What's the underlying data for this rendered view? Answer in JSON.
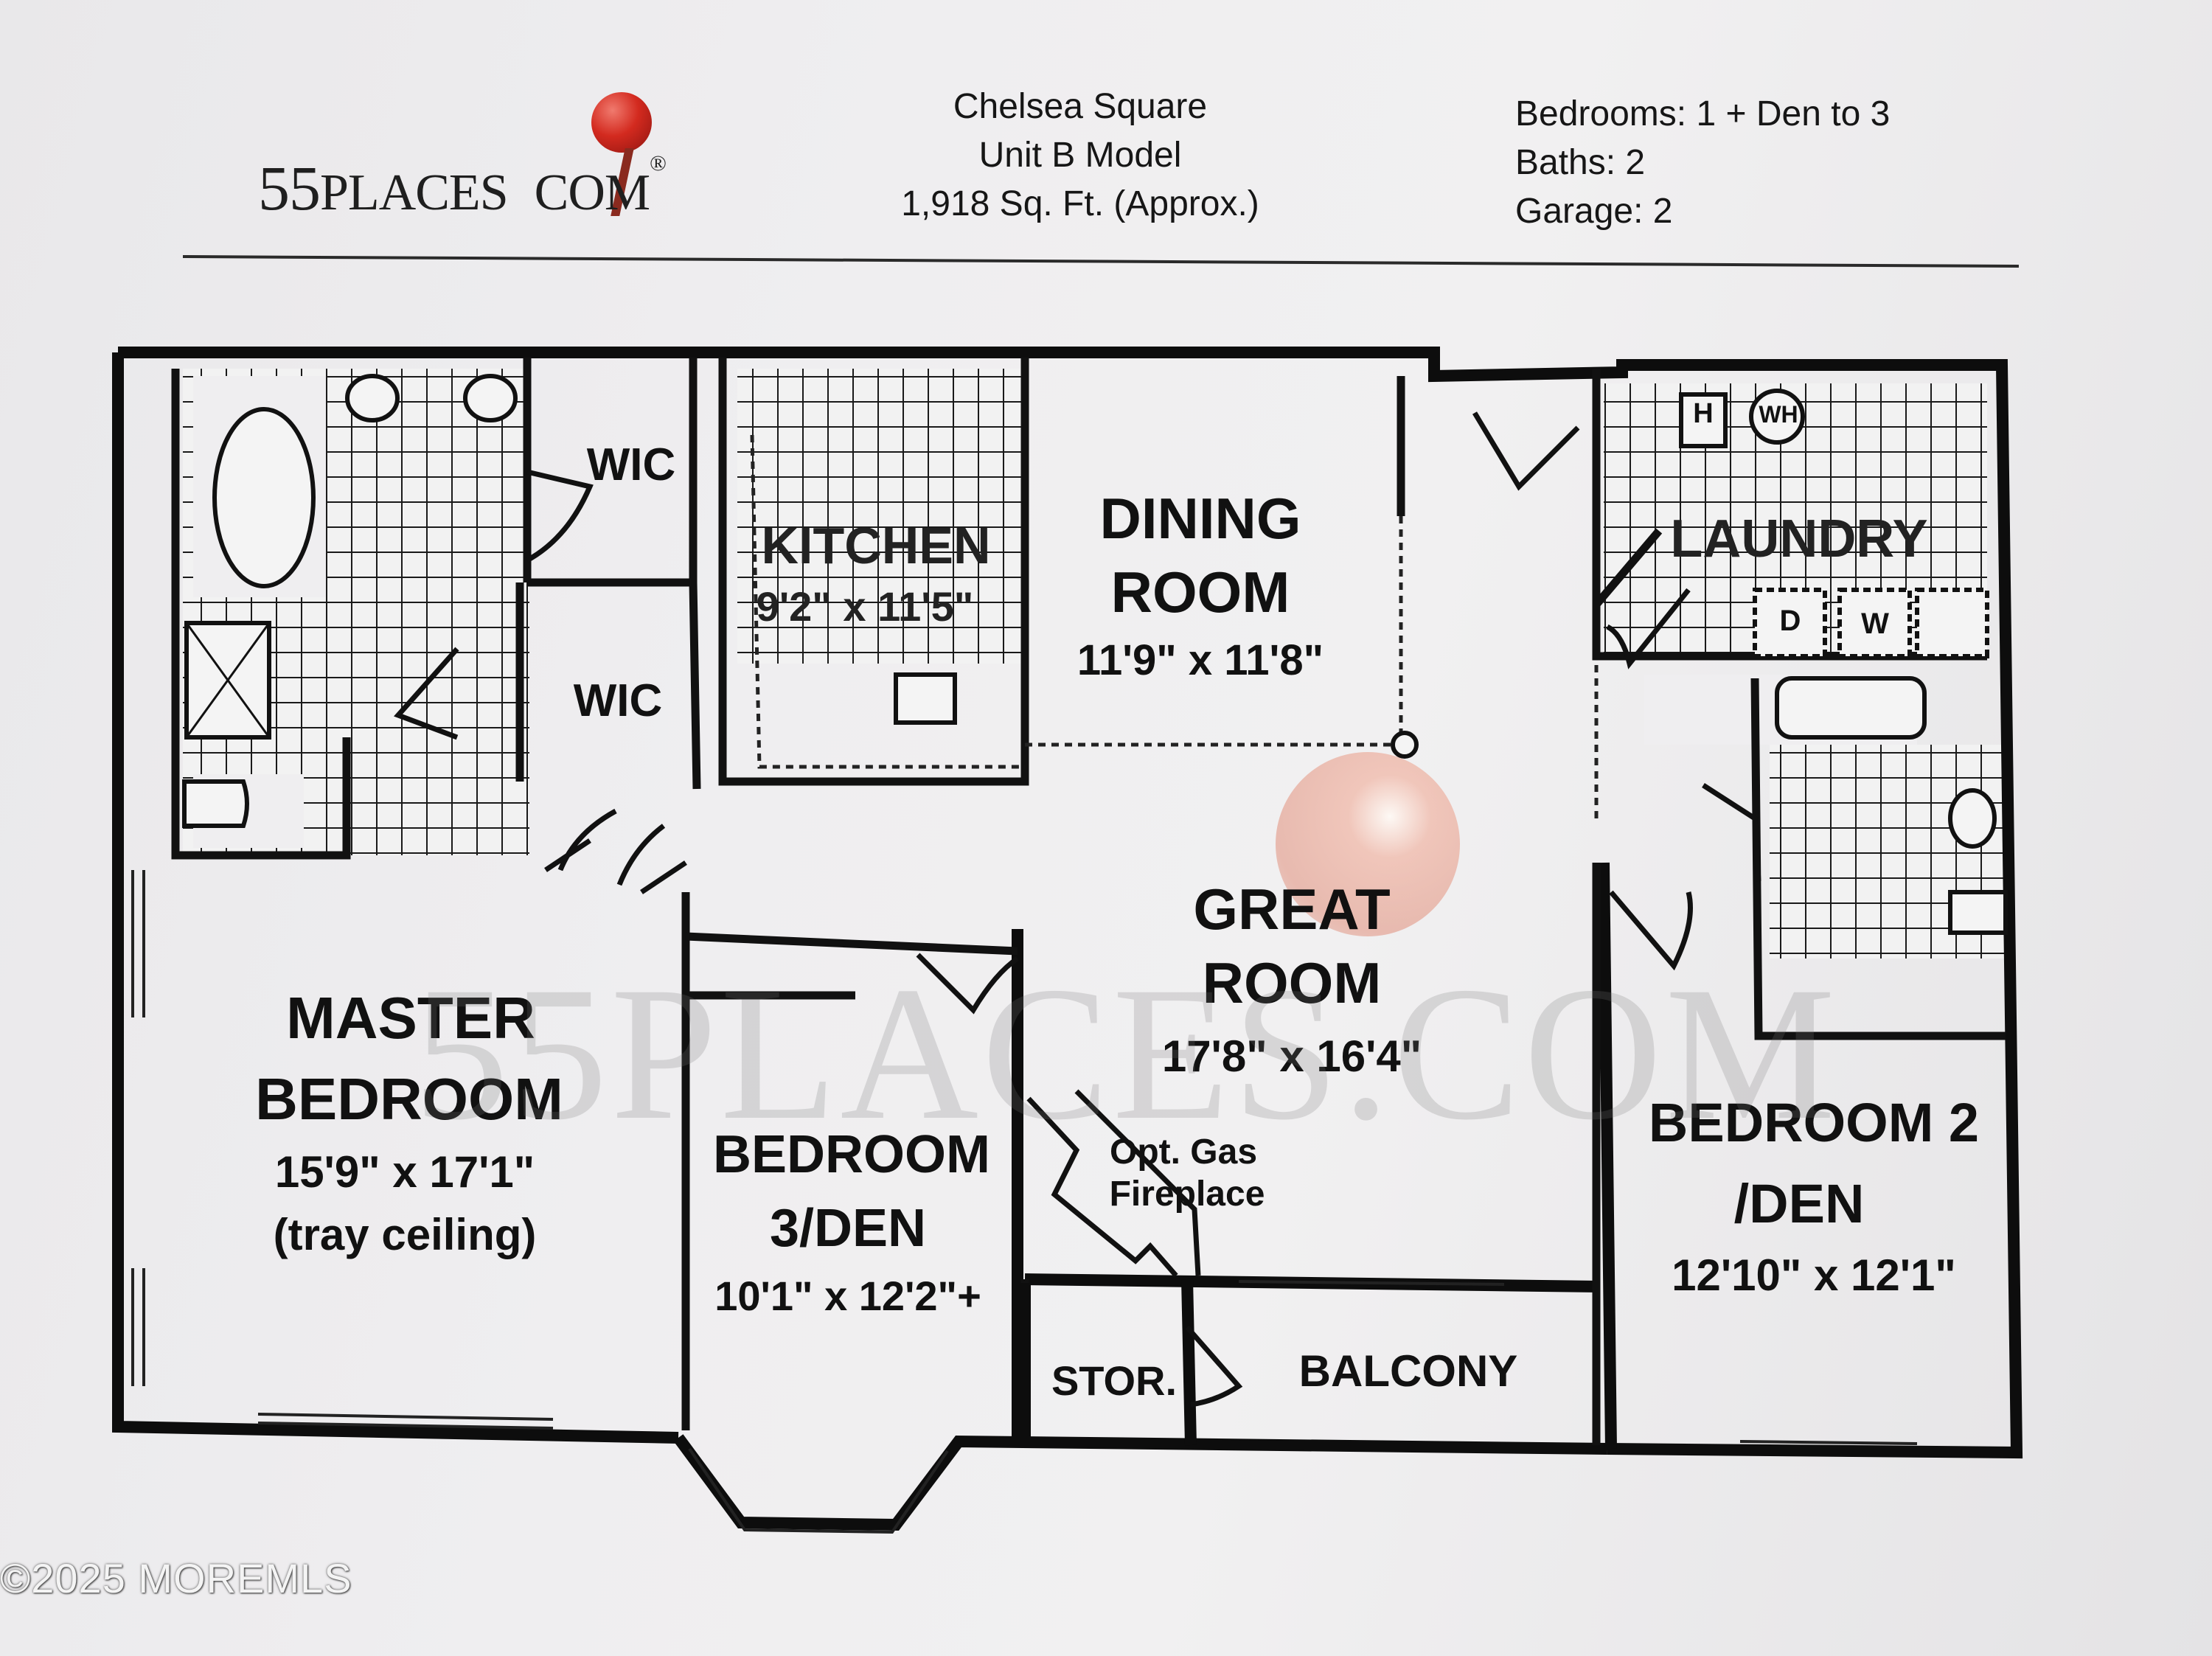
{
  "logo": {
    "prefix": "55",
    "name": "PLACES",
    "suffix": "COM",
    "mark": "®"
  },
  "header": {
    "community": "Chelsea Square",
    "model": "Unit B Model",
    "size": "1,918 Sq. Ft. (Approx.)",
    "bedrooms": "Bedrooms: 1 + Den to 3",
    "baths": "Baths: 2",
    "garage": "Garage: 2"
  },
  "rooms": {
    "wic1": "WIC",
    "wic2": "WIC",
    "kitchen_name": "KITCHEN",
    "kitchen_dim": "9'2\" x 11'5\"",
    "dining_l1": "DINING",
    "dining_l2": "ROOM",
    "dining_dim": "11'9\" x 11'8\"",
    "laundry": "LAUNDRY",
    "h": "H",
    "wh": "WH",
    "d": "D",
    "w": "W",
    "great_l1": "GREAT",
    "great_l2": "ROOM",
    "great_dim": "17'8\" x 16'4\"",
    "master_l1": "MASTER",
    "master_l2": "BEDROOM",
    "master_dim": "15'9\" x 17'1\"",
    "master_note": "(tray ceiling)",
    "bed3_l1": "BEDROOM",
    "bed3_l2": "3/DEN",
    "bed3_dim": "10'1\" x 12'2\"+",
    "fireplace_l1": "Opt. Gas",
    "fireplace_l2": "Fireplace",
    "stor": "STOR.",
    "balcony": "BALCONY",
    "bed2_l1": "BEDROOM 2",
    "bed2_l2": "/DEN",
    "bed2_dim": "12'10\" x 12'1\""
  },
  "watermark": "55PLACES.COM",
  "copyright": "©2025 MOREMLS",
  "colors": {
    "pin_red": "#d32a1f",
    "wall": "#111111",
    "paper": "#eeedef"
  }
}
